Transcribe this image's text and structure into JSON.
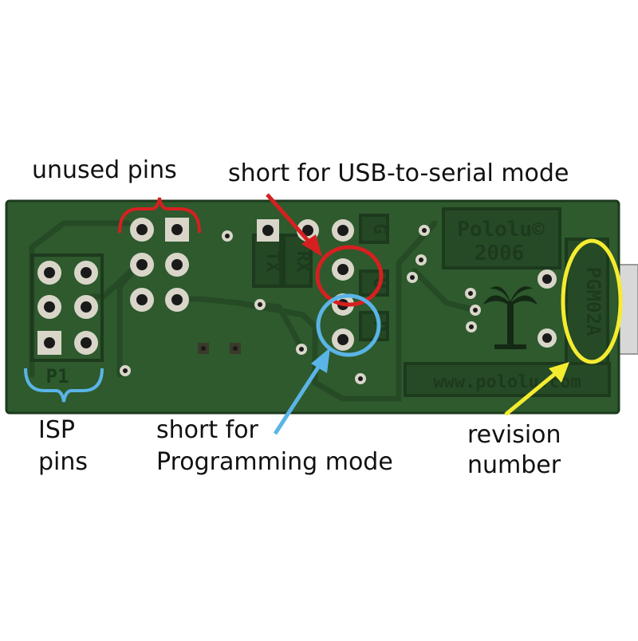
{
  "colors": {
    "board": "#2e5a2e",
    "board_dark": "#214521",
    "silk": "#1d3a1d",
    "silk_fill": "#2a4e2a",
    "pad": "#d9d6c9",
    "hole": "#1a1a1a",
    "red": "#d62020",
    "blue": "#5ab4e6",
    "yellow": "#f5ec30"
  },
  "callouts": {
    "unused_pins": "unused pins",
    "usb_serial": "short for USB-to-serial mode",
    "isp_line1": "ISP",
    "isp_line2": "pins",
    "prog_line1": "short for",
    "prog_line2": "Programming mode",
    "rev_line1": "revision",
    "rev_line2": "number"
  },
  "silkscreen": {
    "brand": "Pololu©",
    "year": "2006",
    "website": "www.pololu.com",
    "model": "PGM02A",
    "p1": "P1",
    "tx": "TX",
    "rx": "RX",
    "g": "G",
    "u": "U",
    "p": "P"
  }
}
